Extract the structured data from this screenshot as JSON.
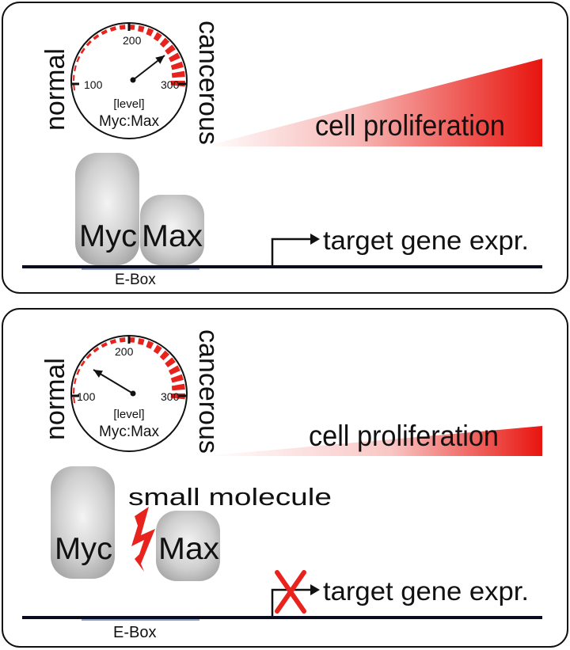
{
  "panels": [
    {
      "gauge": {
        "ticks": [
          "100",
          "200",
          "300"
        ],
        "level_label": "[level]",
        "ratio_label": "Myc:Max",
        "left_label": "normal",
        "right_label": "cancerous",
        "needle_value": 270
      },
      "proliferation_label": "cell proliferation",
      "proliferation_level": 1.0,
      "proteins": {
        "myc": "Myc",
        "max": "Max"
      },
      "target_label": "target gene expr.",
      "ebox_label": "E-Box"
    },
    {
      "gauge": {
        "ticks": [
          "100",
          "200",
          "300"
        ],
        "level_label": "[level]",
        "ratio_label": "Myc:Max",
        "left_label": "normal",
        "right_label": "cancerous",
        "needle_value": 120
      },
      "proliferation_label": "cell proliferation",
      "proliferation_level": 0.35,
      "proteins": {
        "myc": "Myc",
        "max": "Max"
      },
      "inhibitor_label": "small molecule",
      "target_label": "target gene expr.",
      "ebox_label": "E-Box",
      "blocked": true
    }
  ],
  "colors": {
    "accent": "#e8231e",
    "protein": "#c4c4c4",
    "line": "#0b0b1f"
  }
}
